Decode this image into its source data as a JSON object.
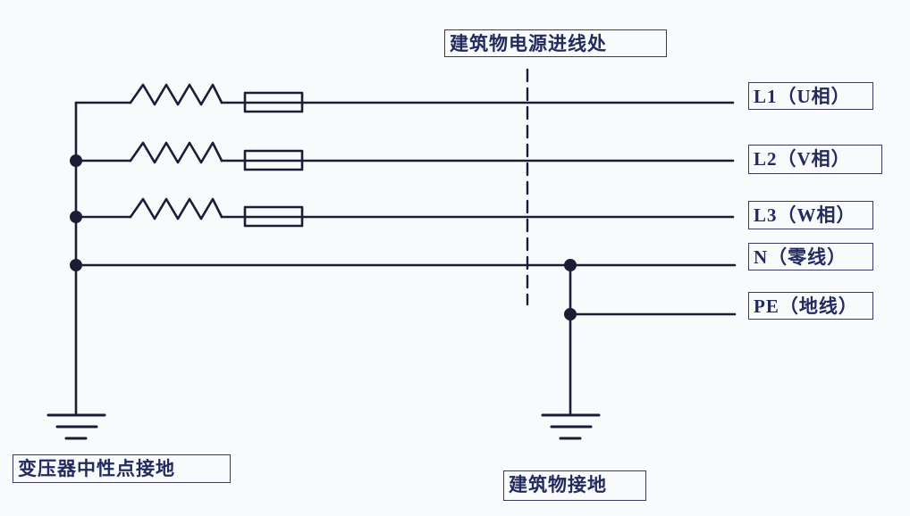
{
  "diagram": {
    "entry_point_label": "建筑物电源进线处",
    "phase_labels": [
      {
        "id": "L1",
        "label": "L1（U相）"
      },
      {
        "id": "L2",
        "label": "L2（V相）"
      },
      {
        "id": "L3",
        "label": "L3（W相）"
      },
      {
        "id": "N",
        "label": "N（零线）"
      },
      {
        "id": "PE",
        "label": "PE（地线）"
      }
    ],
    "ground_labels": {
      "transformer": "变压器中性点接地",
      "building": "建筑物接地"
    },
    "symbols": [
      "transformer-winding",
      "fuse",
      "junction-dot",
      "earth-ground",
      "entry-boundary-dashed-line"
    ],
    "colors": {
      "line": "#1c1c34",
      "text": "#232a5e",
      "box_border": "#3a3a60",
      "background": "#f8fafc"
    }
  }
}
